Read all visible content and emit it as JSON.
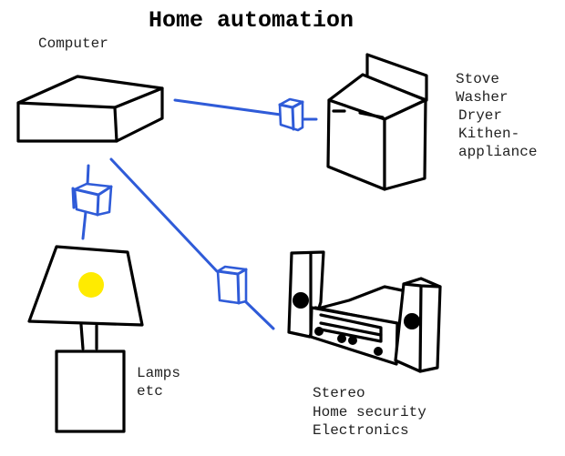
{
  "title": "Home automation",
  "colors": {
    "line": "#000000",
    "connection": "#2f5bd8",
    "bulb": "#ffeb00",
    "background": "#ffffff"
  },
  "nodes": {
    "computer": {
      "label": "Computer",
      "icon": "computer-box-icon"
    },
    "appliances": {
      "icon": "stove-appliance-icon",
      "lines": [
        "Stove",
        "Washer",
        "Dryer",
        "Kithen-",
        "appliance"
      ]
    },
    "lamps": {
      "icon": "lamp-icon",
      "lines": [
        "Lamps",
        "etc"
      ]
    },
    "stereo": {
      "icon": "stereo-icon",
      "lines": [
        "Stereo",
        "Home security",
        "Electronics"
      ]
    }
  },
  "connections": [
    {
      "from": "computer",
      "to": "appliances",
      "module": "x10-module-icon"
    },
    {
      "from": "computer",
      "to": "lamps",
      "module": "x10-module-icon"
    },
    {
      "from": "computer",
      "to": "stereo",
      "module": "x10-module-icon"
    }
  ]
}
